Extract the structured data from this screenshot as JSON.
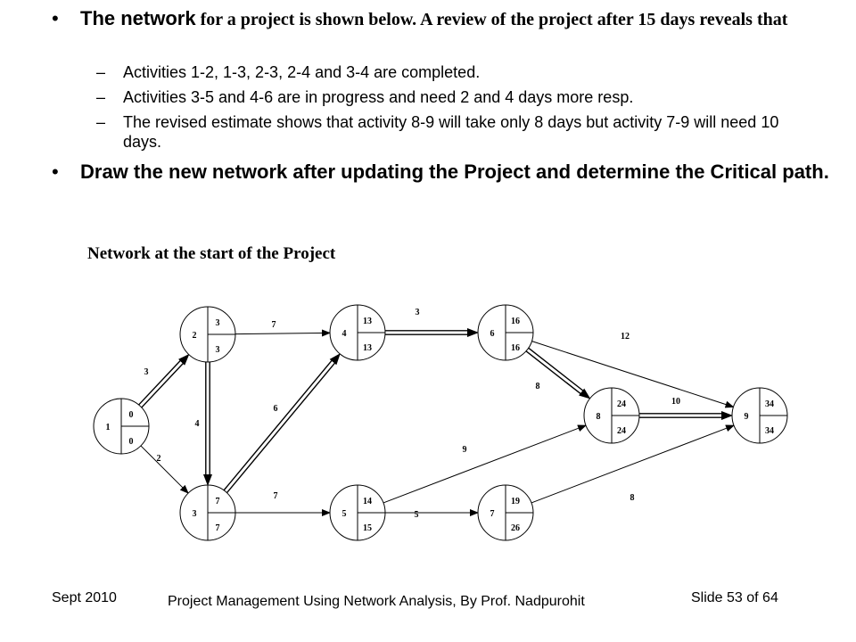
{
  "bullet1": {
    "lead": "The network",
    "rest": " for a project is shown below. A review of the project after 15 days reveals that"
  },
  "subitems": [
    "Activities 1-2, 1-3, 2-3, 2-4 and 3-4 are completed.",
    "Activities 3-5 and 4-6 are in progress and need 2 and 4 days more resp.",
    "The revised estimate shows that activity 8-9 will take only 8 days but activity 7-9 will need 10 days."
  ],
  "bullet2": "Draw the new network after updating the Project and determine the Critical path.",
  "caption": "Network at the start of the Project",
  "diagram": {
    "nodes": [
      {
        "id": "1",
        "earliest": "0",
        "latest": "0"
      },
      {
        "id": "2",
        "earliest": "3",
        "latest": "3"
      },
      {
        "id": "3",
        "earliest": "7",
        "latest": "7"
      },
      {
        "id": "4",
        "earliest": "13",
        "latest": "13"
      },
      {
        "id": "5",
        "earliest": "14",
        "latest": "15"
      },
      {
        "id": "6",
        "earliest": "16",
        "latest": "16"
      },
      {
        "id": "7",
        "earliest": "19",
        "latest": "26"
      },
      {
        "id": "8",
        "earliest": "24",
        "latest": "24"
      },
      {
        "id": "9",
        "earliest": "34",
        "latest": "34"
      }
    ],
    "edges": [
      {
        "from": "1",
        "to": "2",
        "duration": "3",
        "critical": true
      },
      {
        "from": "1",
        "to": "3",
        "duration": "2",
        "critical": false
      },
      {
        "from": "2",
        "to": "3",
        "duration": "4",
        "critical": true
      },
      {
        "from": "2",
        "to": "4",
        "duration": "7",
        "critical": false
      },
      {
        "from": "3",
        "to": "4",
        "duration": "6",
        "critical": true
      },
      {
        "from": "3",
        "to": "5",
        "duration": "7",
        "critical": false
      },
      {
        "from": "4",
        "to": "6",
        "duration": "3",
        "critical": true
      },
      {
        "from": "5",
        "to": "7",
        "duration": "5",
        "critical": false
      },
      {
        "from": "5",
        "to": "8",
        "duration": "9",
        "critical": false
      },
      {
        "from": "6",
        "to": "8",
        "duration": "8",
        "critical": true
      },
      {
        "from": "6",
        "to": "9",
        "duration": "12",
        "critical": false
      },
      {
        "from": "7",
        "to": "9",
        "duration": "8",
        "critical": false
      },
      {
        "from": "8",
        "to": "9",
        "duration": "10",
        "critical": true
      }
    ]
  },
  "footer": {
    "date": "Sept 2010",
    "center": "Project Management Using Network Analysis, By Prof. Nadpurohit",
    "slide": "Slide 53 of 64"
  }
}
